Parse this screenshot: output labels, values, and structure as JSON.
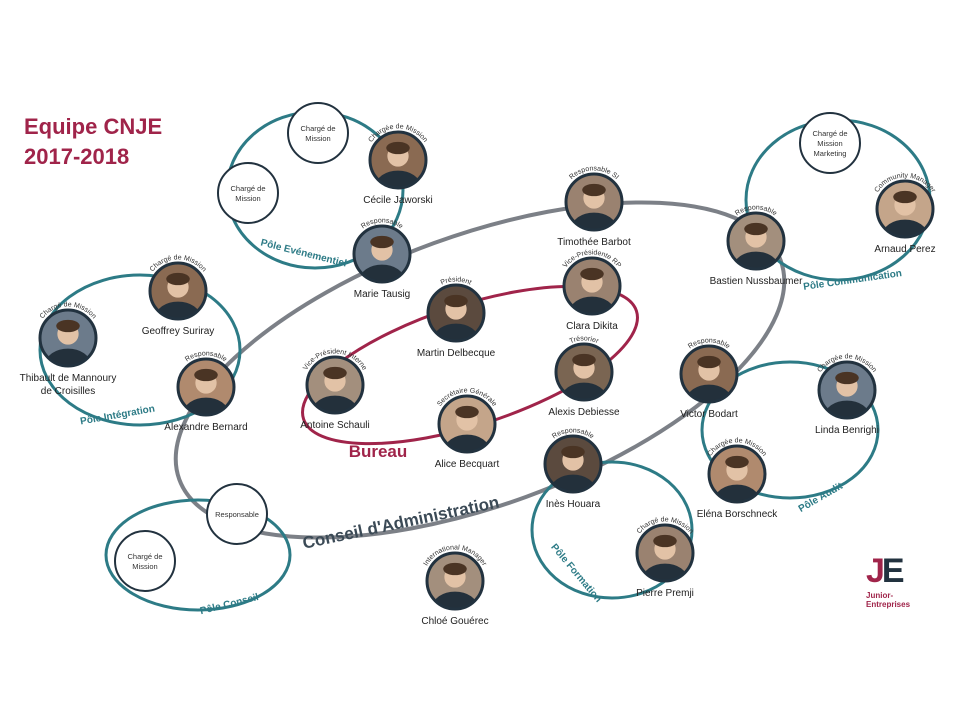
{
  "title_lines": [
    "Equipe CNJE",
    "2017-2018"
  ],
  "colors": {
    "brand": "#a0244a",
    "teal": "#2d7b86",
    "gray": "#7c8087",
    "node_border": "#22323f"
  },
  "logo": {
    "text": "Junior-Entreprises",
    "mark": "JE"
  },
  "groups": {
    "bureau": "Bureau",
    "ca": "Conseil d'Administration",
    "pole_evenementiel": "Pôle Evénementiel",
    "pole_communication": "Pôle Communication",
    "pole_integration": "Pôle Intégration",
    "pole_conseil": "Pôle Conseil",
    "pole_formation": "Pôle Formation",
    "pole_audit": "Pôle Audit"
  },
  "people": [
    {
      "id": "jaworski",
      "name": "Cécile Jaworski",
      "role": "Chargée de Mission"
    },
    {
      "id": "tausig",
      "name": "Marie Tausig",
      "role": "Responsable"
    },
    {
      "id": "evt1",
      "name": "",
      "role": "Chargé de Mission",
      "placeholder": true
    },
    {
      "id": "evt2",
      "name": "",
      "role": "Chargé de Mission",
      "placeholder": true
    },
    {
      "id": "barbot",
      "name": "Timothée Barbot",
      "role": "Responsable SI"
    },
    {
      "id": "nussbaumer",
      "name": "Bastien Nussbaumer",
      "role": "Responsable"
    },
    {
      "id": "com1",
      "name": "",
      "role": "Chargé de Mission Marketing",
      "placeholder": true
    },
    {
      "id": "perez",
      "name": "Arnaud Perez",
      "role": "Community Manager"
    },
    {
      "id": "suriray",
      "name": "Geoffrey Suriray",
      "role": "Chargé de Mission"
    },
    {
      "id": "mannoury",
      "name": "Thibault de Mannoury de Croisilles",
      "role": "Chargé de Mission"
    },
    {
      "id": "bernard",
      "name": "Alexandre Bernard",
      "role": "Responsable"
    },
    {
      "id": "delbecque",
      "name": "Martin Delbecque",
      "role": "Président"
    },
    {
      "id": "dikita",
      "name": "Clara Dikita",
      "role": "Vice-Présidente RP"
    },
    {
      "id": "schauli",
      "name": "Antoine Schauli",
      "role": "Vice-Président Interne"
    },
    {
      "id": "debiesse",
      "name": "Alexis Debiesse",
      "role": "Trésorier"
    },
    {
      "id": "becquart",
      "name": "Alice Becquart",
      "role": "Secrétaire Générale"
    },
    {
      "id": "bodart",
      "name": "Victor Bodart",
      "role": "Responsable"
    },
    {
      "id": "benrighi",
      "name": "Linda Benrighi",
      "role": "Chargée de Mission"
    },
    {
      "id": "borschneck",
      "name": "Eléna Borschneck",
      "role": "Chargée de Mission"
    },
    {
      "id": "houara",
      "name": "Inès Houara",
      "role": "Responsable"
    },
    {
      "id": "premji",
      "name": "Pierre Premji",
      "role": "Chargé de Mission"
    },
    {
      "id": "gouerec",
      "name": "Chloé Gouérec",
      "role": "International Manager"
    },
    {
      "id": "conseil_resp",
      "name": "",
      "role": "Responsable",
      "placeholder": true
    },
    {
      "id": "conseil_cm",
      "name": "",
      "role": "Chargé de Mission",
      "placeholder": true
    }
  ]
}
